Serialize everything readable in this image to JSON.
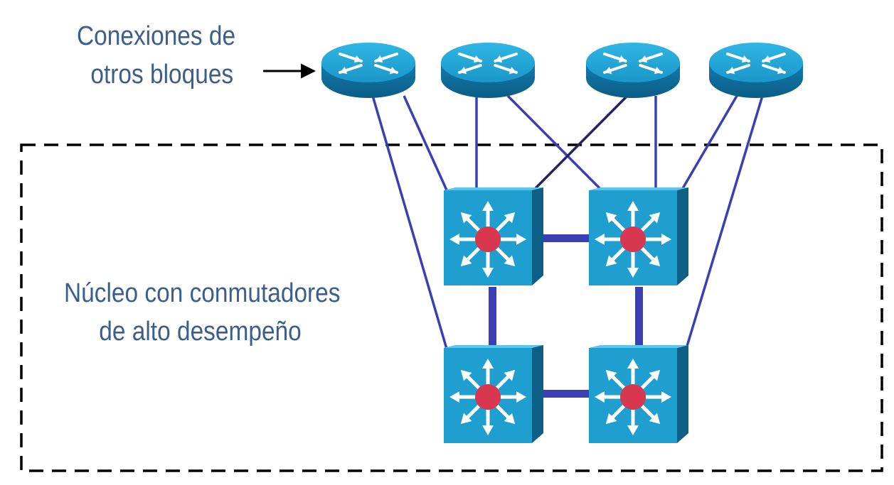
{
  "labels": {
    "external": [
      "Conexiones de",
      "otros bloques"
    ],
    "core": [
      "Núcleo con conmutadores",
      "de alto desempeño"
    ]
  },
  "nodes": {
    "routers": [
      "router-1",
      "router-2",
      "router-3",
      "router-4"
    ],
    "switches": [
      "switch-top-left",
      "switch-top-right",
      "switch-bottom-left",
      "switch-bottom-right"
    ]
  },
  "colors": {
    "label_text": "#3a5f8c",
    "link": "#3a3fb5",
    "device_fill": "#1f9ed0",
    "device_dark": "#0d5f86",
    "switch_center": "#d9374f",
    "boundary": "#000000"
  }
}
